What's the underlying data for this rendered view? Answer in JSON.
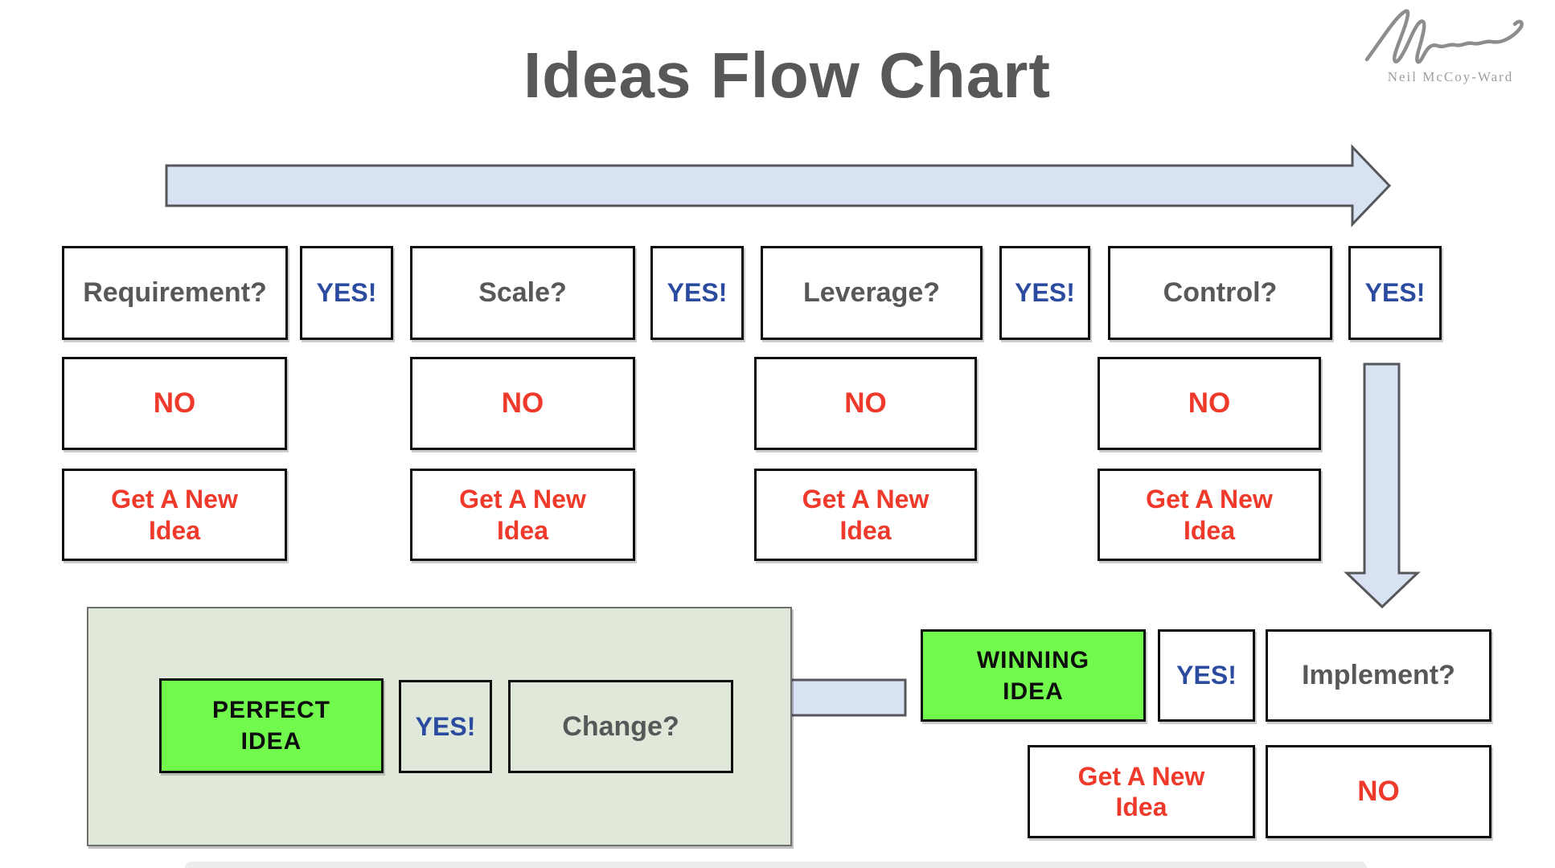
{
  "title": "Ideas Flow Chart",
  "logo": {
    "text": "Neil McCoy-Ward"
  },
  "labels": {
    "yes": "YES!",
    "no": "NO",
    "new_idea": [
      "Get A New",
      "Idea"
    ]
  },
  "columns": [
    {
      "question": "Requirement?"
    },
    {
      "question": "Scale?"
    },
    {
      "question": "Leverage?"
    },
    {
      "question": "Control?"
    }
  ],
  "decision": {
    "question": "Implement?",
    "winning": [
      "WINNING",
      "IDEA"
    ]
  },
  "review": {
    "question": "Change?",
    "perfect": [
      "PERFECT",
      "IDEA"
    ]
  },
  "colors": {
    "blue": "#2a4ba0",
    "red": "#ee392b",
    "green": "#72f94e",
    "panel_green": "#dfe8d9",
    "arrow_blue": "#d8e2f3",
    "arrow_border": "#56575b",
    "text_gray": "#57585a",
    "border_dark": "#0d0d0d",
    "logo_gray": "#9e9e9e",
    "strip_gray": "#ececec"
  }
}
